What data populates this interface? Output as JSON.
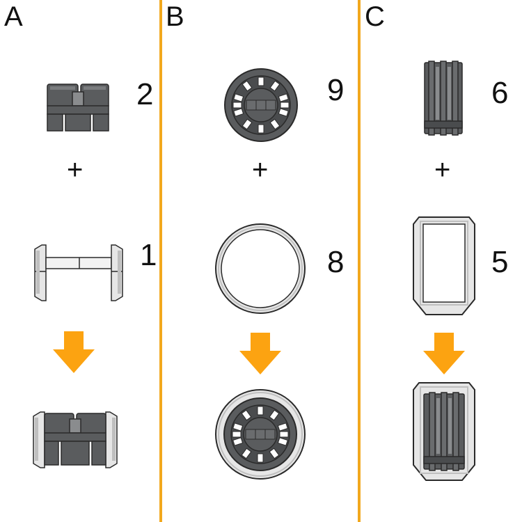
{
  "colors": {
    "divider": "#f2a81d",
    "arrow": "#fca311",
    "part_dark": "#5a5c5e",
    "part_light": "#e6e6e6",
    "outline": "#2a2a2a"
  },
  "panels": [
    {
      "letter": "A",
      "top_part_number": "2",
      "bottom_part_number": "1",
      "plus": "+"
    },
    {
      "letter": "B",
      "top_part_number": "9",
      "bottom_part_number": "8",
      "plus": "+"
    },
    {
      "letter": "C",
      "top_part_number": "6",
      "bottom_part_number": "5",
      "plus": "+"
    }
  ]
}
